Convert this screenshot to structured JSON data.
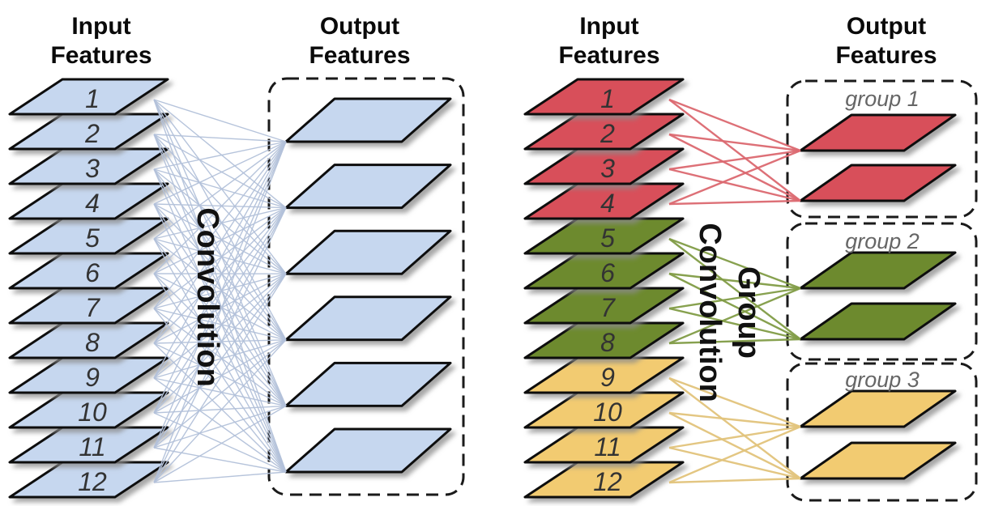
{
  "diagram": {
    "left": {
      "input_title_line1": "Input",
      "input_title_line2": "Features",
      "output_title_line1": "Output",
      "output_title_line2": "Features",
      "operation_label": "Convolution",
      "input_labels": [
        "1",
        "2",
        "3",
        "4",
        "5",
        "6",
        "7",
        "8",
        "9",
        "10",
        "11",
        "12"
      ],
      "output_count": 6,
      "feature_color": "#c6d7ef",
      "connection_color": "#b3c1da"
    },
    "right": {
      "input_title_line1": "Input",
      "input_title_line2": "Features",
      "output_title_line1": "Output",
      "output_title_line2": "Features",
      "operation_label_line1": "Group",
      "operation_label_line2": "Convolution",
      "groups": [
        {
          "label": "group 1",
          "input_labels": [
            "1",
            "2",
            "3",
            "4"
          ],
          "output_count": 2,
          "feature_color": "#d8505a",
          "connection_color": "#dc6970"
        },
        {
          "label": "group 2",
          "input_labels": [
            "5",
            "6",
            "7",
            "8"
          ],
          "output_count": 2,
          "feature_color": "#6d8a2f",
          "connection_color": "#819c46"
        },
        {
          "label": "group 3",
          "input_labels": [
            "9",
            "10",
            "11",
            "12"
          ],
          "output_count": 2,
          "feature_color": "#f2cb71",
          "connection_color": "#e2c47c"
        }
      ]
    }
  }
}
